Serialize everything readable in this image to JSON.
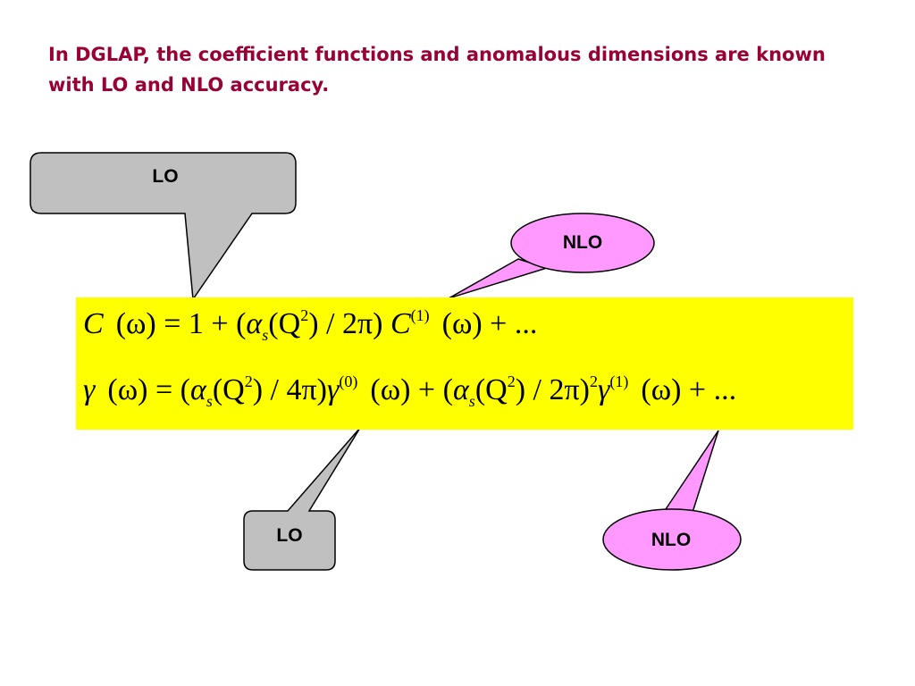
{
  "heading": {
    "line1": "In DGLAP, the coefficient functions and anomalous dimensions are known",
    "line2": "with LO and NLO accuracy."
  },
  "callouts": {
    "lo_top": "LO",
    "nlo_top": "NLO",
    "lo_bottom": "LO",
    "nlo_bottom": "NLO"
  },
  "colors": {
    "heading": "#990033",
    "formula_bg": "#ffff00",
    "lo_fill": "#c0c0c0",
    "nlo_fill": "#ff99ff"
  },
  "formulas": {
    "line1": {
      "C": "C",
      "omega": "(ω)",
      "eq": "=",
      "one": "1",
      "plus": "+",
      "open": "(",
      "alpha": "α",
      "s": "s",
      "Q": "(Q",
      "two": "2",
      "div": ") / 2π) ",
      "C1": "C",
      "sup1": "(1)",
      "omega2": "(ω)",
      "plus2": "+ ..."
    },
    "line2": {
      "gamma": "γ",
      "omega": "(ω)",
      "eq": "=",
      "open": "(",
      "alpha": "α",
      "s": "s",
      "Q": "(Q",
      "two": "2",
      "div": ") / 4π)",
      "gamma0": "γ",
      "sup0": "(0)",
      "omega2": "(ω)",
      "plus": "+",
      "open2": "(",
      "alpha2": "α",
      "s2": "s",
      "Q2": "(Q",
      "two2": "2",
      "div2": ") / 2π)",
      "sq": "2",
      "gamma1": "γ",
      "sup1": "(1)",
      "omega3": "(ω)",
      "plus2": "+ ..."
    }
  }
}
